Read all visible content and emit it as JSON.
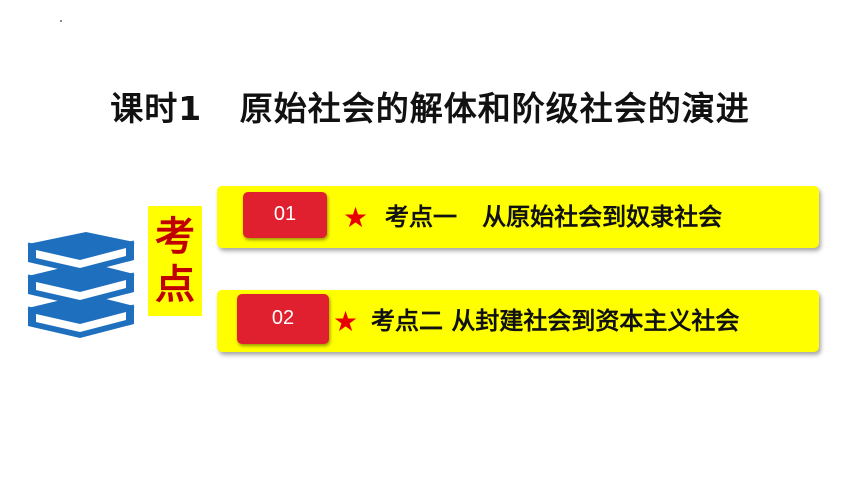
{
  "slide": {
    "title": "课时1   原始社会的解体和阶级社会的演进"
  },
  "label": {
    "line1": "考",
    "line2": "点"
  },
  "items": [
    {
      "number": "01",
      "star": "★",
      "text": "考点一   从原始社会到奴隶社会"
    },
    {
      "number": "02",
      "star": "★",
      "text": "考点二 从封建社会到资本主义社会"
    }
  ],
  "colors": {
    "highlight": "#ffff00",
    "badge": "#e0202e",
    "star": "#e80000",
    "label_text": "#c00000",
    "books": "#1f6fbf"
  },
  "icons": {
    "books": "books-icon",
    "star": "star-icon"
  }
}
